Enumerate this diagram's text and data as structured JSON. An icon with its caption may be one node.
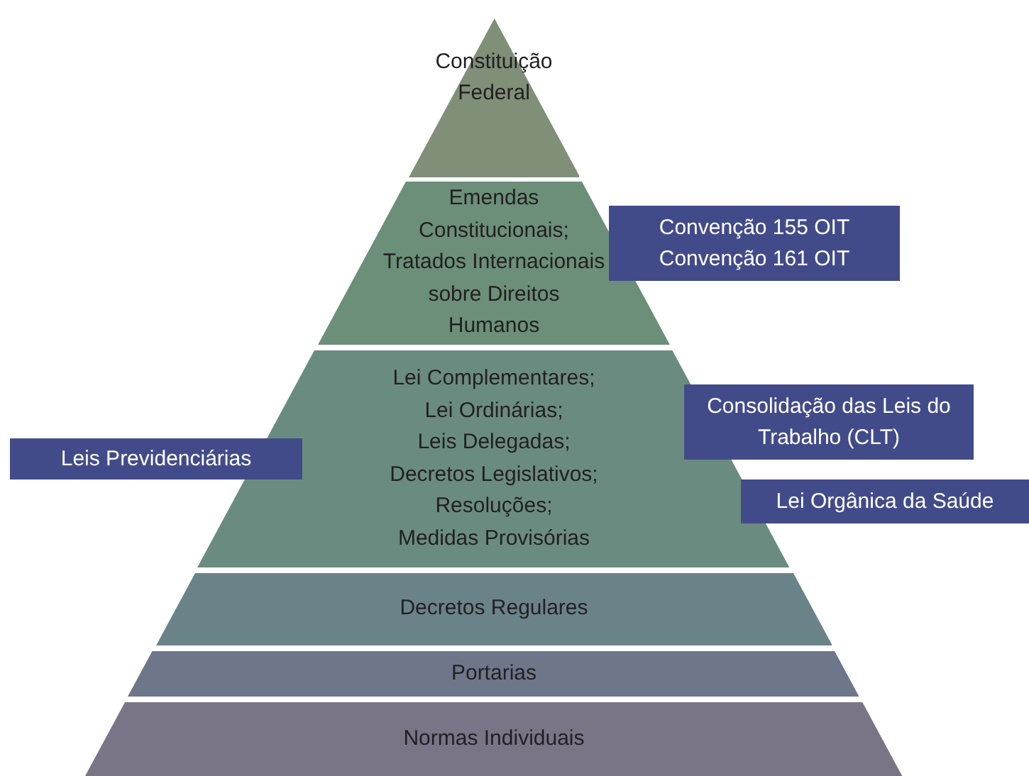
{
  "diagram": {
    "nodes": [
      {
        "text": [
          "Constituição Federal"
        ]
      },
      {
        "text": [
          "Emendas Constitucionais;",
          "Tratados Internacionais sobre Direitos Humanos"
        ]
      },
      {
        "text": [
          "Lei Complementares;",
          "Lei Ordinárias;",
          "Leis Delegadas;",
          "Decretos Legislativos;",
          "Resoluções;",
          "Medidas Provisórias"
        ]
      },
      {
        "text": [
          "Decretos Regulares"
        ]
      },
      {
        "text": [
          "Portarias"
        ]
      },
      {
        "text": [
          "Normas Individuais"
        ]
      },
      {
        "text": [
          "Convenção 155 OIT",
          "Convenção 161 OIT"
        ]
      },
      {
        "text": [
          "Consolidação das Leis do Trabalho (CLT)"
        ]
      },
      {
        "text": [
          "Leis Previdenciárias"
        ]
      },
      {
        "text": [
          "Lei Orgânica da Saúde"
        ]
      }
    ]
  }
}
